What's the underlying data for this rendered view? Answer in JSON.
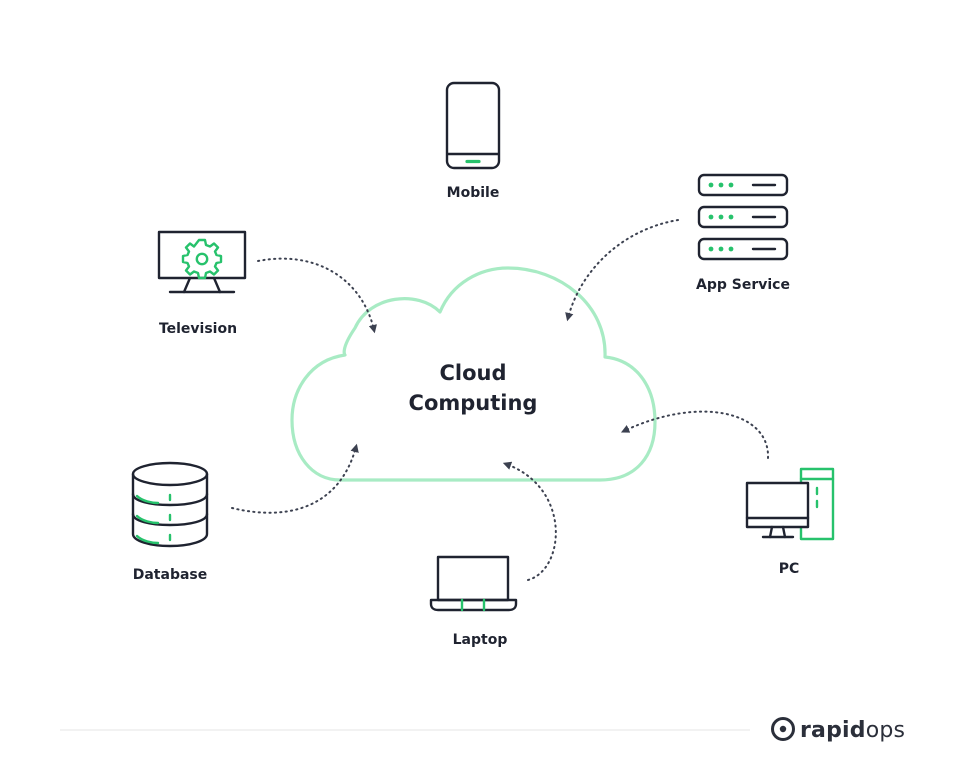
{
  "cloud": {
    "line1": "Cloud",
    "line2": "Computing"
  },
  "devices": {
    "mobile": "Mobile",
    "app_service": "App Service",
    "television": "Television",
    "database": "Database",
    "laptop": "Laptop",
    "pc": "PC"
  },
  "brand": {
    "logo_lettering": "rapidops"
  },
  "colors": {
    "accent": "#27c26c",
    "cloud_outline": "#a8ebc4",
    "ink": "#1f2330",
    "connector": "#3c4150",
    "divider": "#e6e6e6"
  },
  "icons": [
    "mobile-icon",
    "server-icon",
    "television-icon",
    "gear-icon",
    "database-icon",
    "laptop-icon",
    "pc-icon",
    "rapidops-logo"
  ]
}
